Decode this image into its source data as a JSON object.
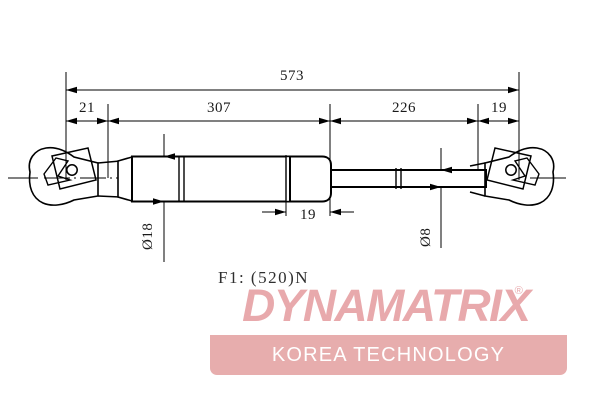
{
  "drawing": {
    "title": "gas-spring-technical-drawing",
    "dimensions": {
      "overall_length": "573",
      "segment_left": "21",
      "segment_cylinder": "307",
      "segment_rod": "226",
      "segment_right": "19",
      "segment_end_cap": "19",
      "cylinder_diameter": "Ø18",
      "rod_diameter": "Ø8"
    },
    "force_label": "F1: (520)N"
  },
  "watermark": {
    "brand": "DYNAMATRIX",
    "registered_mark": "®",
    "tagline": "KOREA TECHNOLOGY",
    "brand_color": "#e8a9ac",
    "band_color": "#e7adad",
    "text_color": "#ffffff"
  },
  "colors": {
    "line": "#000000",
    "background": "#ffffff",
    "dim_text": "#1a1a1a"
  }
}
